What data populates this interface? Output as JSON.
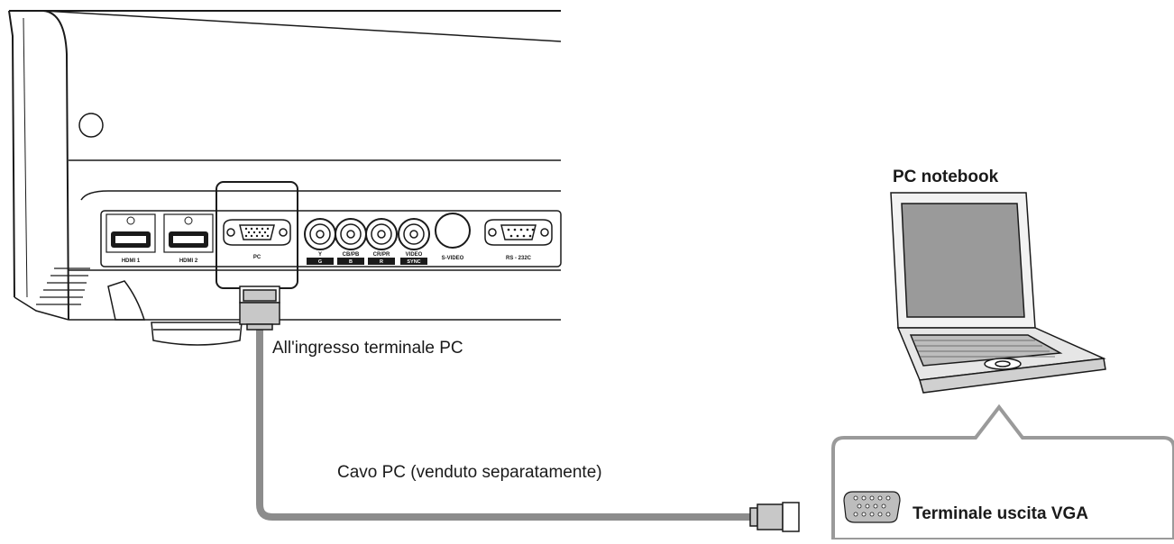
{
  "projector": {
    "ports": {
      "hdmi1": "HDMI 1",
      "hdmi2": "HDMI 2",
      "pc": "PC",
      "y": "Y",
      "g": "G",
      "cb": "CB/PB",
      "b": "B",
      "cr": "CR/PR",
      "r": "R",
      "video": "VIDEO",
      "sync": "SYNC",
      "svideo": "S-VIDEO",
      "rs232c": "RS - 232C"
    }
  },
  "labels": {
    "pc_input": "All'ingresso terminale PC",
    "cable": "Cavo PC (venduto separatamente)",
    "notebook": "PC notebook",
    "vga_output": "Terminale uscita VGA"
  },
  "colors": {
    "cable": "#8c8c8c",
    "outline": "#1a1a1a",
    "callout": "#9a9a9a"
  }
}
